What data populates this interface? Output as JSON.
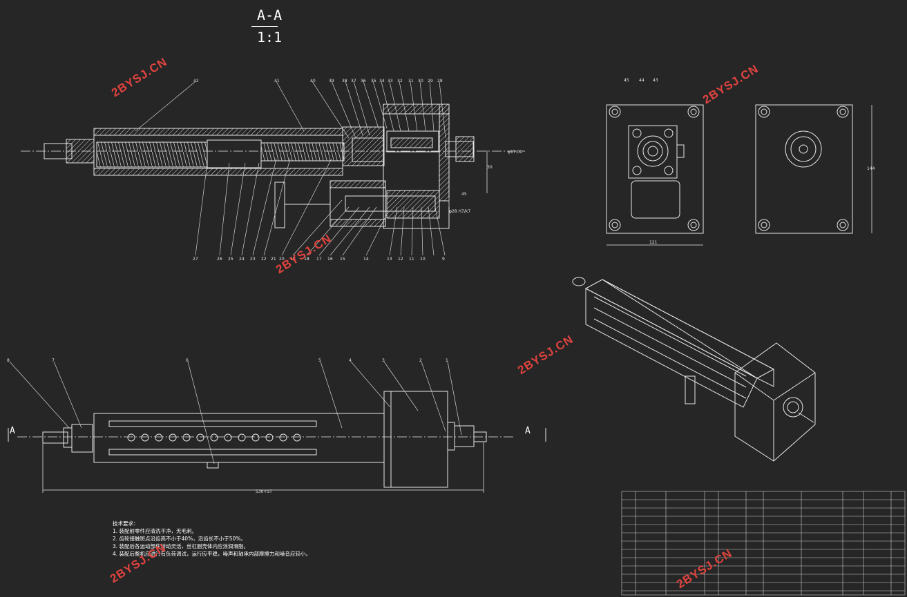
{
  "section": {
    "title": "A-A",
    "scale": "1:1",
    "left_marker": "A",
    "right_marker": "A"
  },
  "watermark": "2BYSJ.CN",
  "dimensions": {
    "total_length": "530+ST",
    "side_width": "121",
    "side_height": "144",
    "shaft_dia": "φ17.00",
    "offset": "30",
    "small": "45",
    "bore": "φ28 H7/k7"
  },
  "balloons_top": [
    "42",
    "41",
    "40",
    "39",
    "38",
    "37",
    "36",
    "35",
    "34",
    "33",
    "32",
    "31",
    "30",
    "29",
    "28"
  ],
  "balloons_bottom": [
    "27",
    "26",
    "25",
    "24",
    "23",
    "22",
    "21",
    "20",
    "19",
    "18",
    "17",
    "16",
    "15",
    "14",
    "13",
    "12",
    "11",
    "10",
    "9"
  ],
  "balloons_front": [
    "8",
    "7",
    "6",
    "5",
    "4",
    "3",
    "2",
    "1"
  ],
  "balloons_end": [
    "45",
    "44",
    "43"
  ],
  "notes": {
    "heading": "技术要求：",
    "items": [
      "1. 装配前零件应清洗干净，无毛刺。",
      "2. 齿轮接触斑点沿齿高不小于40%，沿齿长不小于50%。",
      "3. 装配后各运动部件转动灵活，丝杠副壳体内应涂润滑脂。",
      "4. 装配后整机应进行有负荷调试，运行应平稳，噪声和轴承内部摩擦力和噪音应较小。"
    ]
  }
}
